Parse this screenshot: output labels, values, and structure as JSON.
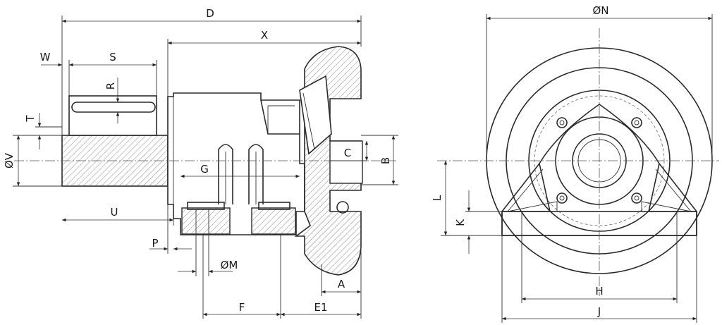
{
  "labels": {
    "D": "D",
    "X": "X",
    "W": "W",
    "S": "S",
    "R": "R",
    "T": "T",
    "V": "ØV",
    "G": "G",
    "U": "U",
    "P": "P",
    "M": "ØM",
    "F": "F",
    "E1": "E1",
    "A": "A",
    "C": "C",
    "B": "B",
    "N": "ØN",
    "L": "L",
    "K": "K",
    "H": "H",
    "J": "J"
  }
}
